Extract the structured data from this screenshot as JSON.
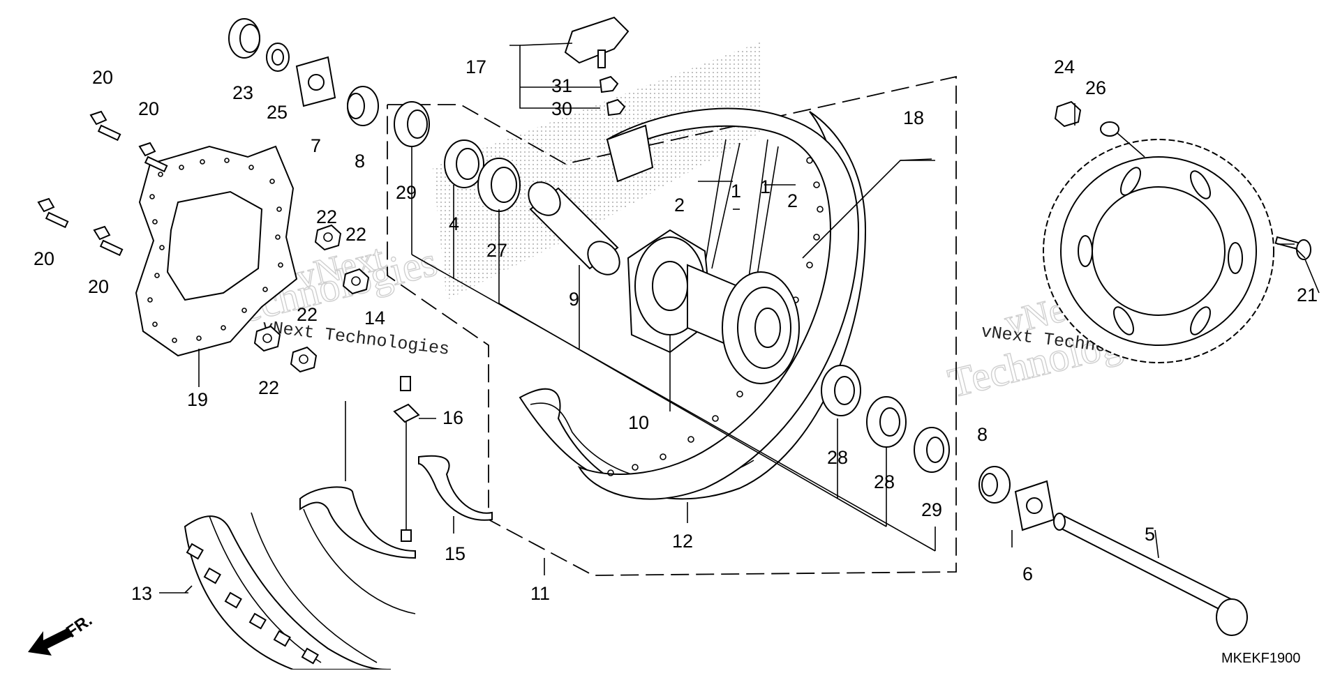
{
  "diagram": {
    "code": "MKEKF1900",
    "front_marker": "FR.",
    "watermark_brand": "vNext",
    "watermark_word": "Technologies",
    "watermark_small": "vNext Technologies"
  },
  "callouts": {
    "c1a": "1",
    "c1b": "1",
    "c2a": "2",
    "c2b": "2",
    "c4": "4",
    "c5": "5",
    "c6": "6",
    "c7": "7",
    "c8a": "8",
    "c8b": "8",
    "c9": "9",
    "c10": "10",
    "c11": "11",
    "c12": "12",
    "c13": "13",
    "c14": "14",
    "c15": "15",
    "c16": "16",
    "c17": "17",
    "c18": "18",
    "c19": "19",
    "c20a": "20",
    "c20b": "20",
    "c20c": "20",
    "c20d": "20",
    "c21": "21",
    "c22a": "22",
    "c22b": "22",
    "c22c": "22",
    "c22d": "22",
    "c23": "23",
    "c24": "24",
    "c25": "25",
    "c26": "26",
    "c27": "27",
    "c28a": "28",
    "c28b": "28",
    "c29a": "29",
    "c29b": "29",
    "c30": "30",
    "c31": "31"
  },
  "colors": {
    "line": "#000000",
    "watermark": "#cfcfcf",
    "background": "#ffffff"
  }
}
